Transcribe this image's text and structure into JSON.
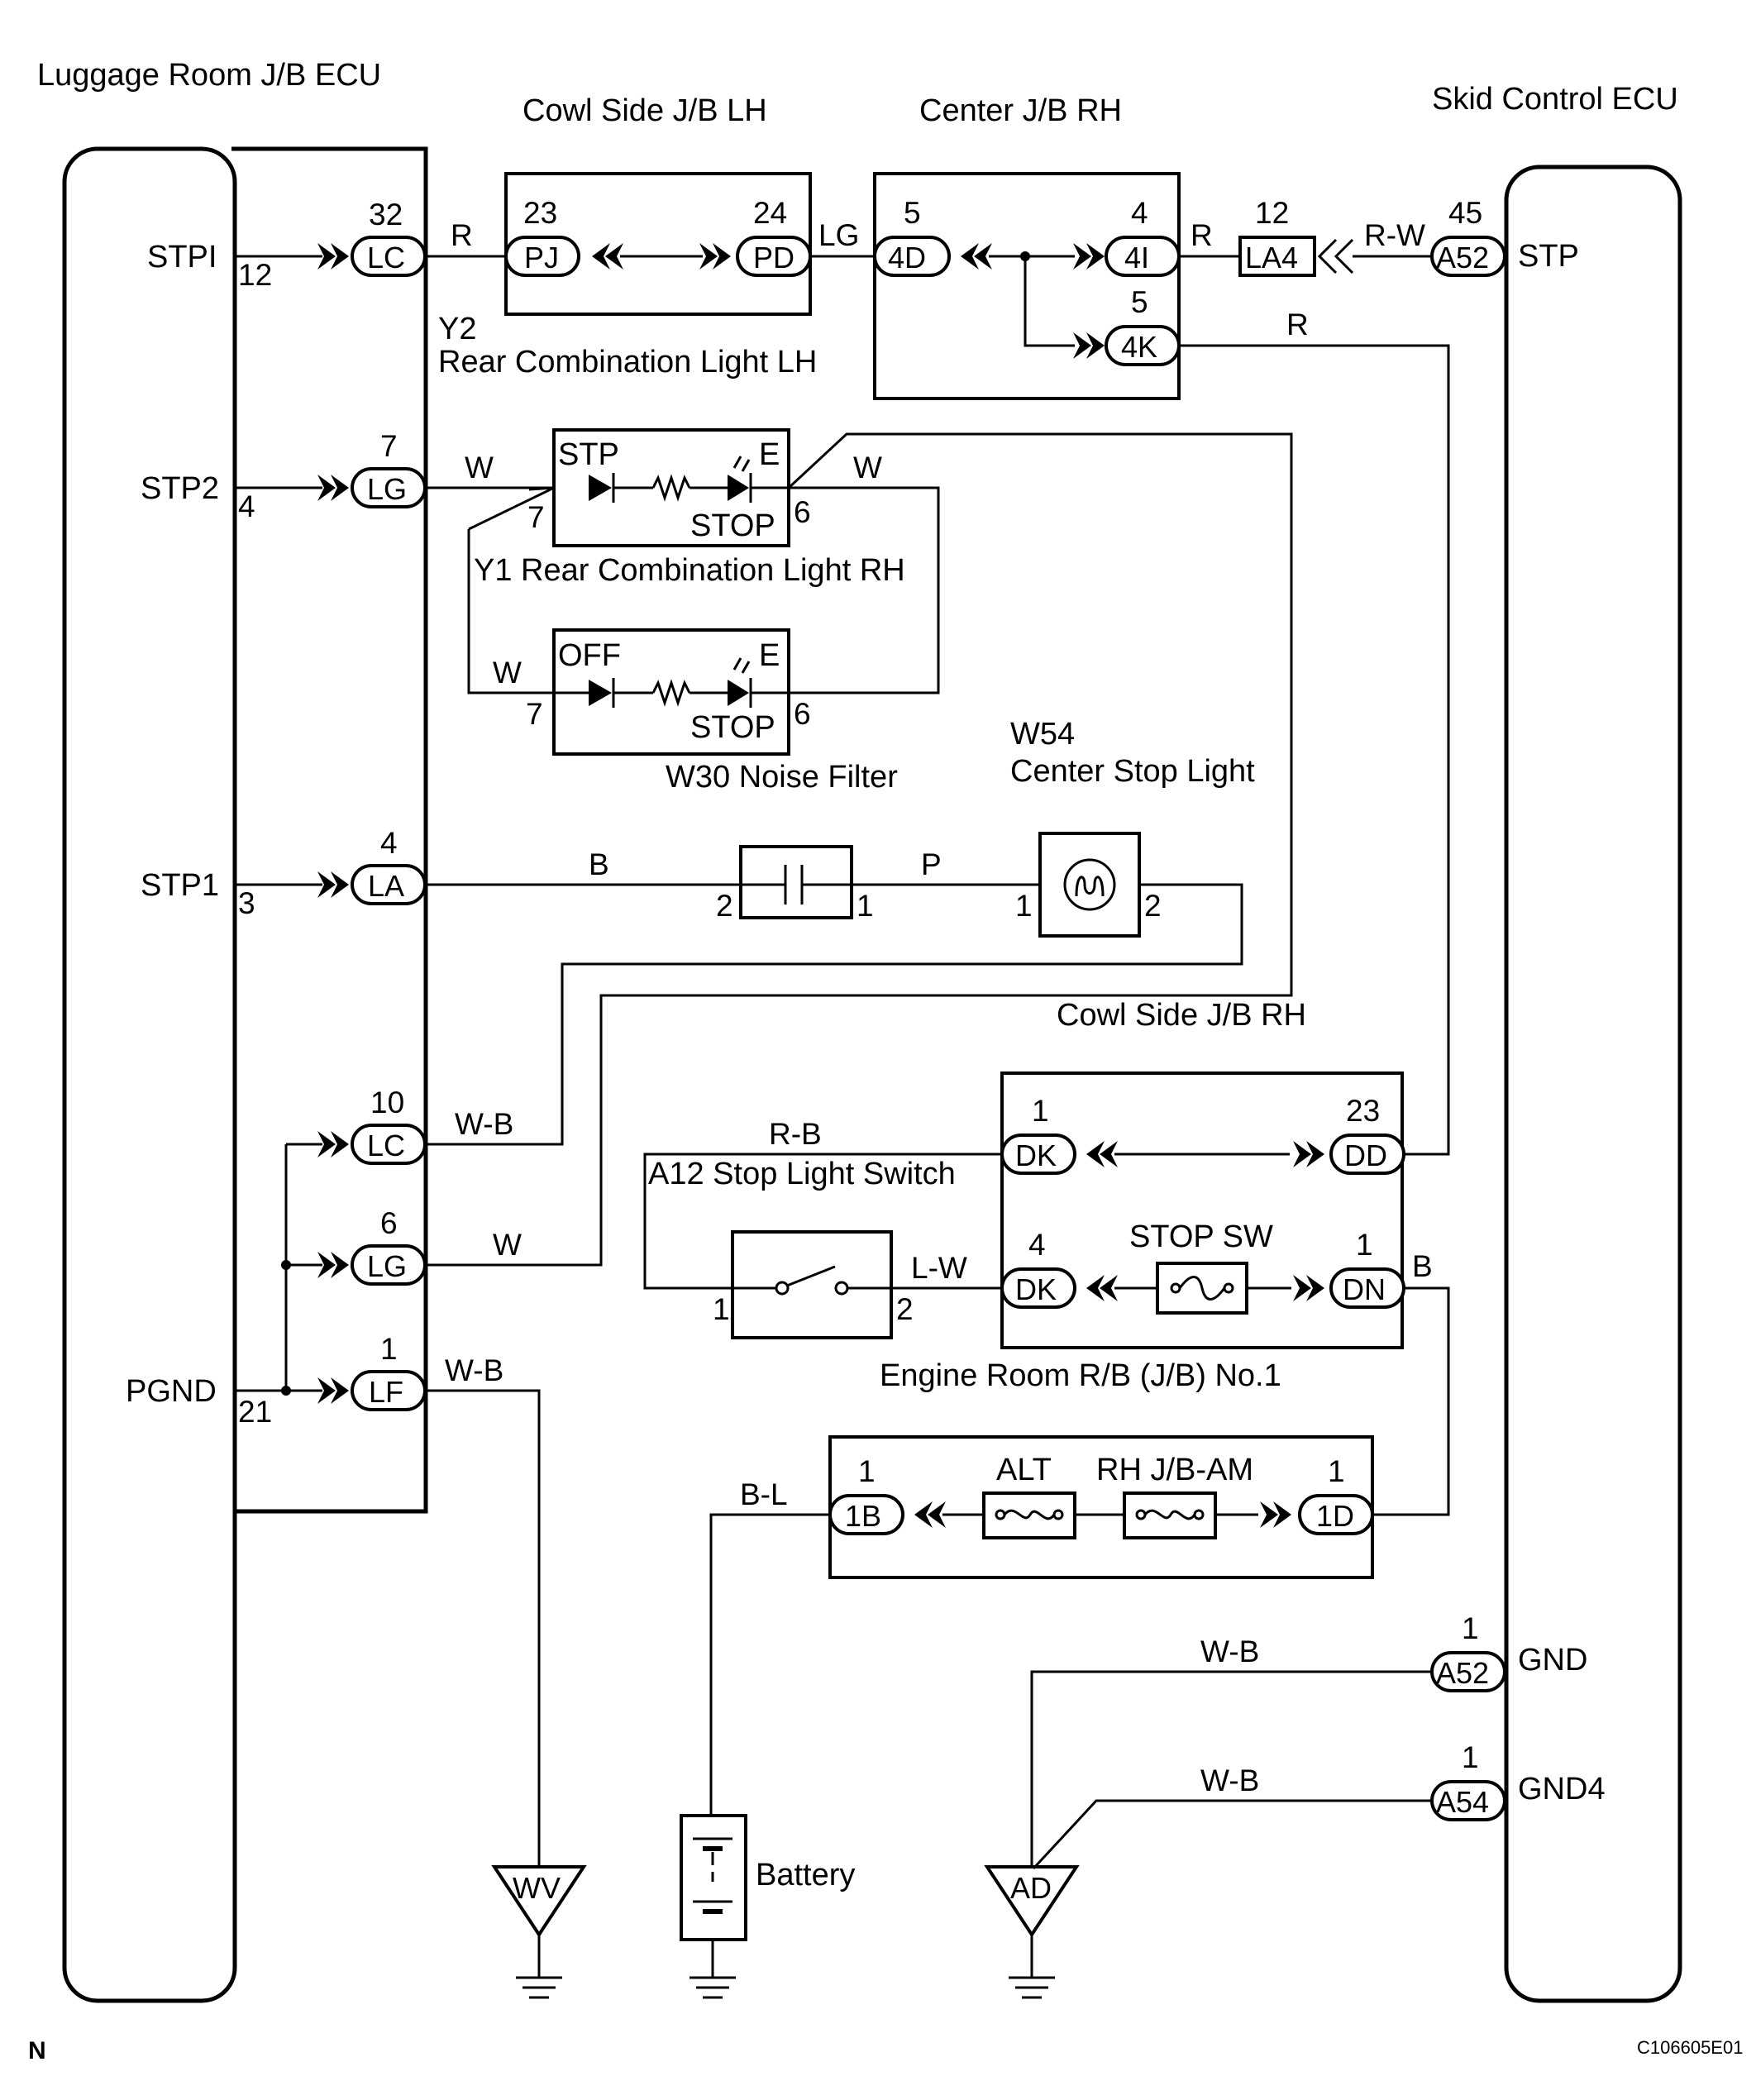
{
  "titles": {
    "luggage_ecu": "Luggage Room J/B ECU",
    "cowl_lh": "Cowl Side J/B LH",
    "center_jb": "Center J/B RH",
    "skid_ecu": "Skid Control ECU",
    "y2": "Y2",
    "y2_name": "Rear Combination Light LH",
    "y1": "Y1 Rear Combination Light RH",
    "w30": "W30 Noise Filter",
    "w54": "W54",
    "w54_name": "Center Stop Light",
    "cowl_rh": "Cowl Side J/B RH",
    "a12": "A12 Stop Light Switch",
    "engine_rb": "Engine Room R/B (J/B) No.1",
    "battery": "Battery",
    "corner_left": "N",
    "corner_right": "C106605E01"
  },
  "ecu_left": {
    "terminals": [
      {
        "name": "STPI",
        "pin": "12"
      },
      {
        "name": "STP2",
        "pin": "4"
      },
      {
        "name": "STP1",
        "pin": "3"
      },
      {
        "name": "PGND",
        "pin": "21"
      }
    ]
  },
  "ecu_right": {
    "terminals": [
      {
        "name": "STP",
        "pin": "45",
        "conn": "A52"
      },
      {
        "name": "GND",
        "pin": "1",
        "conn": "A52"
      },
      {
        "name": "GND4",
        "pin": "1",
        "conn": "A54"
      }
    ]
  },
  "connectors": {
    "lc_top": {
      "code": "LC",
      "pin": "32"
    },
    "lg_top": {
      "code": "LG",
      "pin": "7"
    },
    "la": {
      "code": "LA",
      "pin": "4"
    },
    "lc_bot": {
      "code": "LC",
      "pin": "10"
    },
    "lg_bot": {
      "code": "LG",
      "pin": "6"
    },
    "lf": {
      "code": "LF",
      "pin": "1"
    },
    "pj": {
      "code": "PJ",
      "pin": "23"
    },
    "pd": {
      "code": "PD",
      "pin": "24"
    },
    "c4d": {
      "code": "4D",
      "pin": "5"
    },
    "c4i": {
      "code": "4I",
      "pin": "4"
    },
    "c4k": {
      "code": "4K",
      "pin": "5"
    },
    "la4": {
      "code": "LA4",
      "pin": "12"
    },
    "dk1": {
      "code": "DK",
      "pin": "1"
    },
    "dd": {
      "code": "DD",
      "pin": "23"
    },
    "dk4": {
      "code": "DK",
      "pin": "4"
    },
    "dn": {
      "code": "DN",
      "pin": "1"
    },
    "c1b": {
      "code": "1B",
      "pin": "1"
    },
    "c1d": {
      "code": "1D",
      "pin": "1"
    }
  },
  "wires": {
    "r1": "R",
    "lg": "LG",
    "r2": "R",
    "rw": "R-W",
    "r3": "R",
    "w1": "W",
    "w2": "W",
    "w3": "W",
    "b1": "B",
    "p": "P",
    "wb1": "W-B",
    "rb": "R-B",
    "w4": "W",
    "lw": "L-W",
    "b2": "B",
    "wb2": "W-B",
    "bl": "B-L",
    "wb3": "W-B",
    "wb4": "W-B"
  },
  "components": {
    "y1_stp": "STP",
    "y1_e": "E",
    "y1_stop": "STOP",
    "y1_pin_l": "7",
    "y1_pin_r": "6",
    "w30_off": "OFF",
    "w30_e": "E",
    "w30_stop": "STOP",
    "w30_pin_l": "7",
    "w30_pin_r": "6",
    "cap_pin_l": "2",
    "cap_pin_r": "1",
    "lamp_pin_l": "1",
    "lamp_pin_r": "2",
    "sw_pin_l": "1",
    "sw_pin_r": "2",
    "stop_sw": "STOP SW",
    "alt": "ALT",
    "rh_jb_am": "RH J/B-AM",
    "ground_wv": "WV",
    "ground_ad": "AD"
  }
}
